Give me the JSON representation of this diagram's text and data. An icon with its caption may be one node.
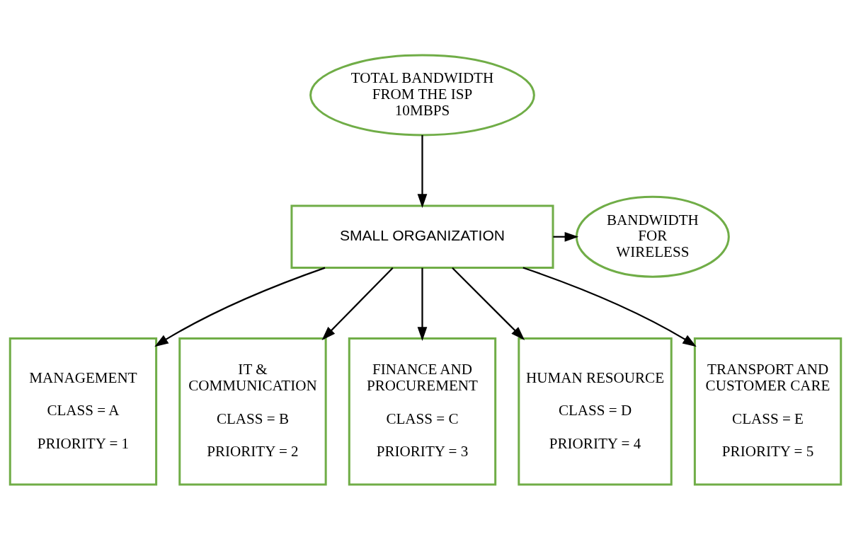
{
  "diagram": {
    "nodes": [
      {
        "text": [
          "TOTAL BANDWIDTH FROM THE ISP 10MBPS"
        ]
      },
      {
        "text": [
          "SMALL ORGANIZATION"
        ]
      },
      {
        "text": [
          "BANDWIDTH FOR WIRELESS"
        ]
      },
      {
        "text": [
          "MANAGEMENT",
          "CLASS = A",
          "PRIORITY = 1"
        ]
      },
      {
        "text": [
          "IT & COMMUNICATION",
          "CLASS = B",
          "PRIORITY = 2"
        ]
      },
      {
        "text": [
          "FINANCE AND PROCUREMENT",
          "CLASS = C",
          "PRIORITY = 3"
        ]
      },
      {
        "text": [
          "HUMAN RESOURCE",
          "CLASS = D",
          "PRIORITY = 4"
        ]
      },
      {
        "text": [
          "TRANSPORT AND CUSTOMER CARE",
          "CLASS = E",
          "PRIORITY = 5"
        ]
      }
    ],
    "edges": [
      {
        "from": 0,
        "to": 1,
        "arrow": "to"
      },
      {
        "from": 1,
        "to": 2,
        "arrow": "to"
      },
      {
        "from": 1,
        "to": 3,
        "arrow": "to"
      },
      {
        "from": 1,
        "to": 4,
        "arrow": "to"
      },
      {
        "from": 1,
        "to": 5,
        "arrow": "to"
      },
      {
        "from": 1,
        "to": 6,
        "arrow": "to"
      },
      {
        "from": 1,
        "to": 7,
        "arrow": "to"
      }
    ]
  }
}
